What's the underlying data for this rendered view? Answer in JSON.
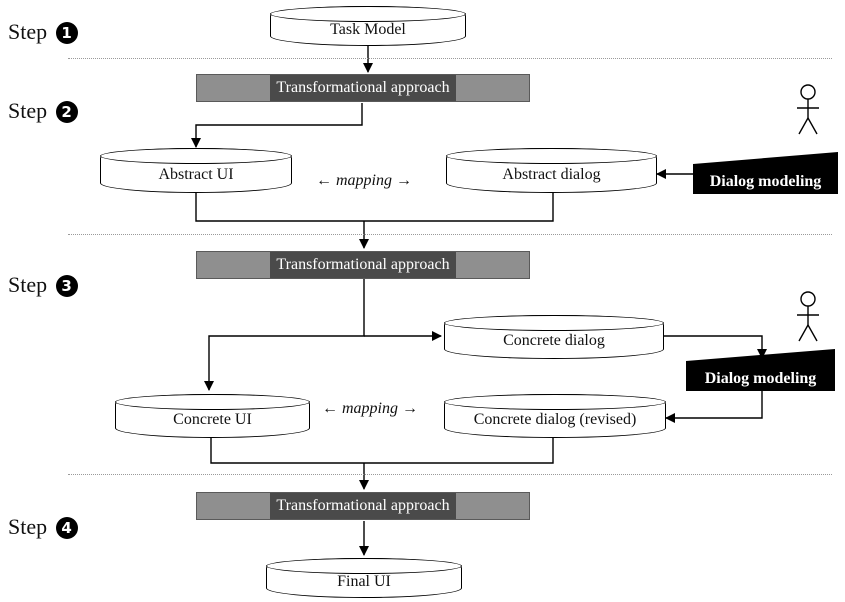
{
  "steps": [
    {
      "label": "Step",
      "number": "1"
    },
    {
      "label": "Step",
      "number": "2"
    },
    {
      "label": "Step",
      "number": "3"
    },
    {
      "label": "Step",
      "number": "4"
    }
  ],
  "nodes": {
    "task_model": "Task Model",
    "abstract_ui": "Abstract UI",
    "abstract_dialog": "Abstract dialog",
    "concrete_dialog": "Concrete dialog",
    "concrete_ui": "Concrete UI",
    "concrete_dialog_revised": "Concrete dialog (revised)",
    "final_ui": "Final UI"
  },
  "transformations": [
    "Transformational approach",
    "Transformational approach",
    "Transformational approach"
  ],
  "mapping": {
    "left_arrow": "←",
    "word": "mapping",
    "right_arrow": "→"
  },
  "dialog_modeling": [
    "Dialog modeling",
    "Dialog modeling"
  ],
  "icons": {
    "actor": "stick-figure-actor-icon",
    "step_number": "black-circled-number"
  }
}
